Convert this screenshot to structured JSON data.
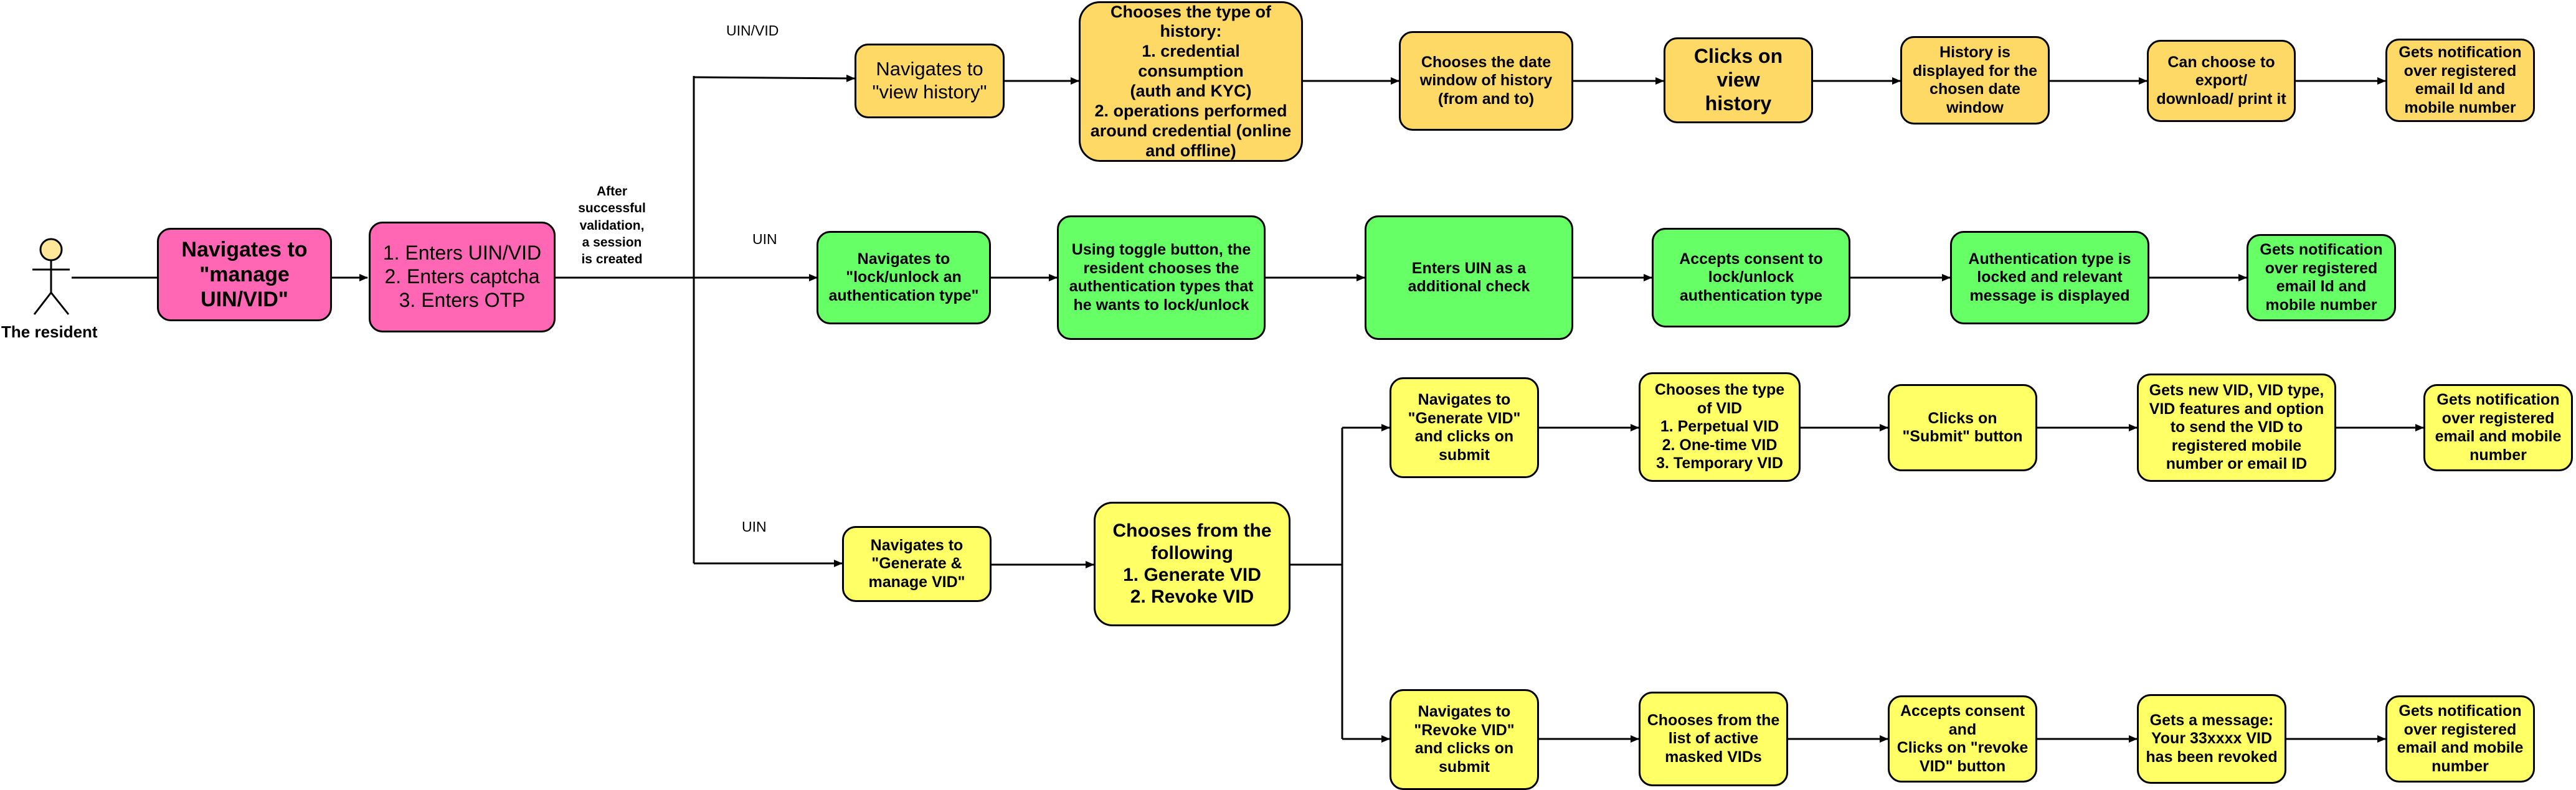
{
  "actor": {
    "label": "The resident"
  },
  "start": {
    "navigate": "Navigates to\n\"manage\nUIN/VID\"",
    "login": "1. Enters UIN/VID\n2. Enters captcha\n3. Enters OTP",
    "session_note": "After\nsuccessful\nvalidation,\na session\nis created"
  },
  "branches": {
    "history": {
      "edge_label": "UIN/VID",
      "steps": [
        "Navigates to\n\"view history\"",
        "Chooses the type of\nhistory:\n1. credential consumption\n(auth and KYC)\n2. operations performed\naround credential (online\nand offline)",
        "Chooses the date\nwindow of history\n(from and to)",
        "Clicks on view\nhistory",
        "History is\ndisplayed for the\nchosen date\nwindow",
        "Can choose to\nexport/\ndownload/ print it",
        "Gets notification\nover registered\nemail Id and\nmobile number"
      ]
    },
    "lock": {
      "edge_label": "UIN",
      "steps": [
        "Navigates to\n\"lock/unlock an\nauthentication type\"",
        "Using toggle button, the\nresident chooses the\nauthentication types that\nhe wants to lock/unlock",
        "Enters UIN as a\nadditional check",
        "Accepts consent to\nlock/unlock\nauthentication type",
        "Authentication type is\nlocked and relevant\nmessage is displayed",
        "Gets notification\nover registered\nemail Id and\nmobile number"
      ]
    },
    "vid": {
      "edge_label": "UIN",
      "steps": [
        "Navigates to\n\"Generate &\nmanage VID\"",
        "Chooses from the\nfollowing\n1. Generate VID\n2. Revoke VID"
      ],
      "generate": [
        "Navigates to\n\"Generate VID\"\nand clicks on\nsubmit",
        "Chooses the type\nof VID\n1. Perpetual VID\n2. One-time VID\n3. Temporary VID",
        "Clicks on\n\"Submit\" button",
        "Gets new VID, VID type,\nVID features and option\nto send the VID to\nregistered mobile\nnumber or email ID",
        "Gets notification\nover registered\nemail and mobile\nnumber"
      ],
      "revoke": [
        "Navigates to\n\"Revoke VID\"\nand clicks on\nsubmit",
        "Chooses from the\nlist of active\nmasked VIDs",
        "Accepts consent\nand\nClicks on \"revoke\nVID\" button",
        "Gets a message:\nYour 33xxxx VID\nhas been revoked",
        "Gets notification\nover registered\nemail and mobile\nnumber"
      ]
    }
  },
  "colors": {
    "start": "#FF66B3",
    "history": "#FFD966",
    "lock": "#66FF66",
    "vid": "#FFFF66",
    "line": "#000000"
  }
}
